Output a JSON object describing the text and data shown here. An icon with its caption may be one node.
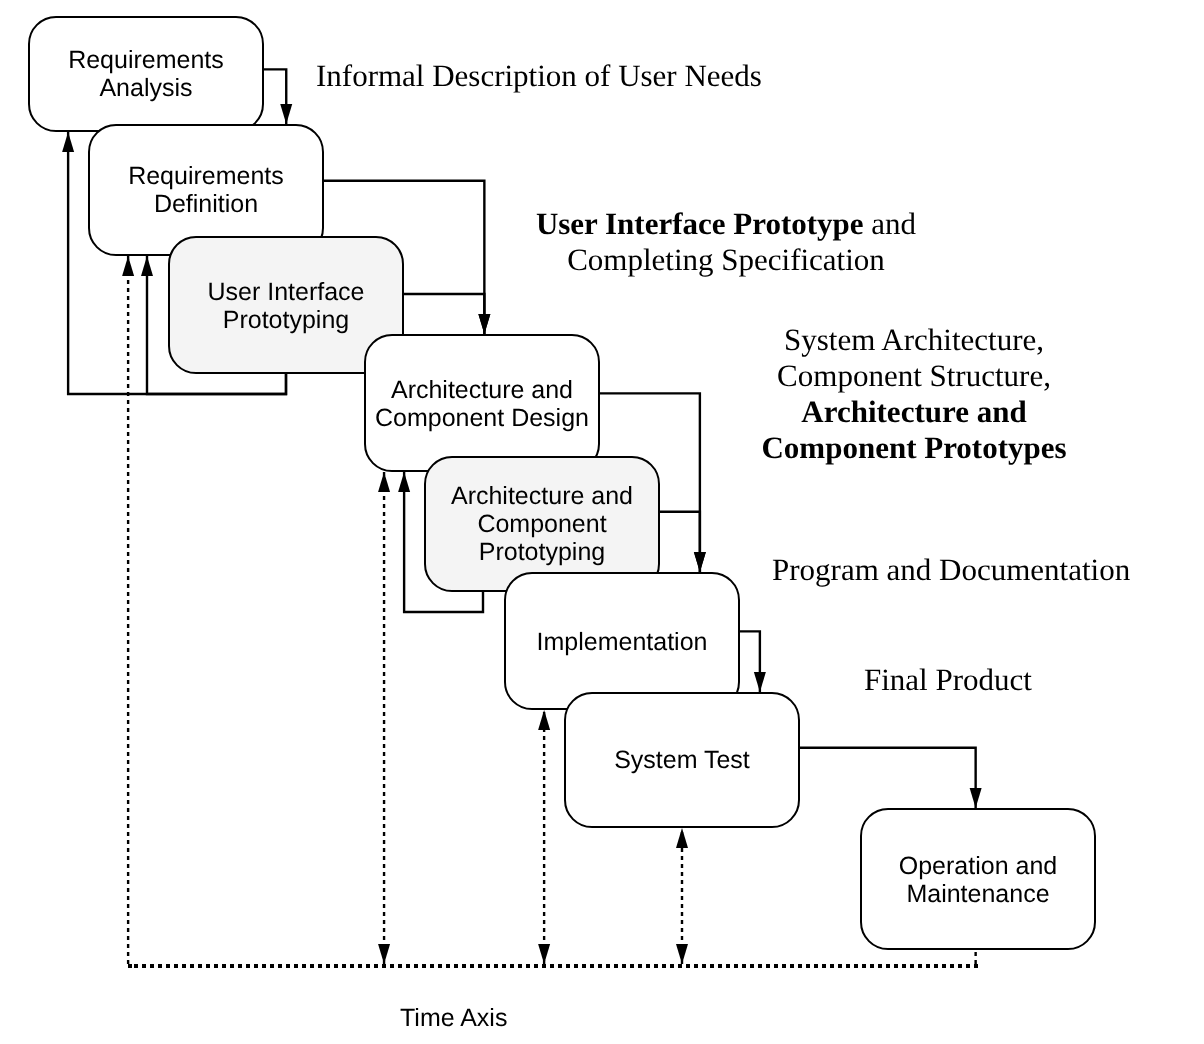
{
  "diagram": {
    "nodes": [
      {
        "text": [
          "Requirements Analysis"
        ]
      },
      {
        "text": [
          "Requirements Definition"
        ]
      },
      {
        "text": [
          "User Interface Prototyping"
        ]
      },
      {
        "text": [
          "Architecture and Component Design"
        ]
      },
      {
        "text": [
          "Architecture and Component Prototyping"
        ]
      },
      {
        "text": [
          "Implementation"
        ]
      },
      {
        "text": [
          "System Test"
        ]
      },
      {
        "text": [
          "Operation and Maintenance"
        ]
      },
      {
        "text": [],
        "shape": "bar",
        "beside": [
          "Time Axis"
        ]
      }
    ],
    "edges": [
      {
        "from": 0,
        "to": 1,
        "arrow": "to",
        "label": "Informal Description of User Needs"
      },
      {
        "from": 1,
        "to": 3,
        "arrow": "to",
        "label": "**User Interface Prototype** and Completing Specification"
      },
      {
        "from": 2,
        "to": 3,
        "arrow": "to"
      },
      {
        "from": 2,
        "to": 1,
        "arrow": "to"
      },
      {
        "from": 2,
        "to": 0,
        "arrow": "to"
      },
      {
        "from": 3,
        "to": 5,
        "arrow": "to",
        "label": "System Architecture, Component Structure, **Architecture and Component Prototypes**"
      },
      {
        "from": 4,
        "to": 5,
        "arrow": "to"
      },
      {
        "from": 4,
        "to": 3,
        "arrow": "to"
      },
      {
        "from": 5,
        "to": 6,
        "arrow": "to",
        "label": "Program and Documentation"
      },
      {
        "from": 6,
        "to": 7,
        "arrow": "to",
        "label": "Final Product"
      },
      {
        "from": 8,
        "to": 1,
        "arrow": "to",
        "style": "dashed"
      },
      {
        "from": 8,
        "to": 3,
        "arrow": "both",
        "style": "dashed"
      },
      {
        "from": 8,
        "to": 5,
        "arrow": "both",
        "style": "dashed"
      },
      {
        "from": 8,
        "to": 6,
        "arrow": "both",
        "style": "dashed"
      },
      {
        "from": 8,
        "to": 7,
        "arrow": "none",
        "style": "dashed"
      }
    ]
  }
}
